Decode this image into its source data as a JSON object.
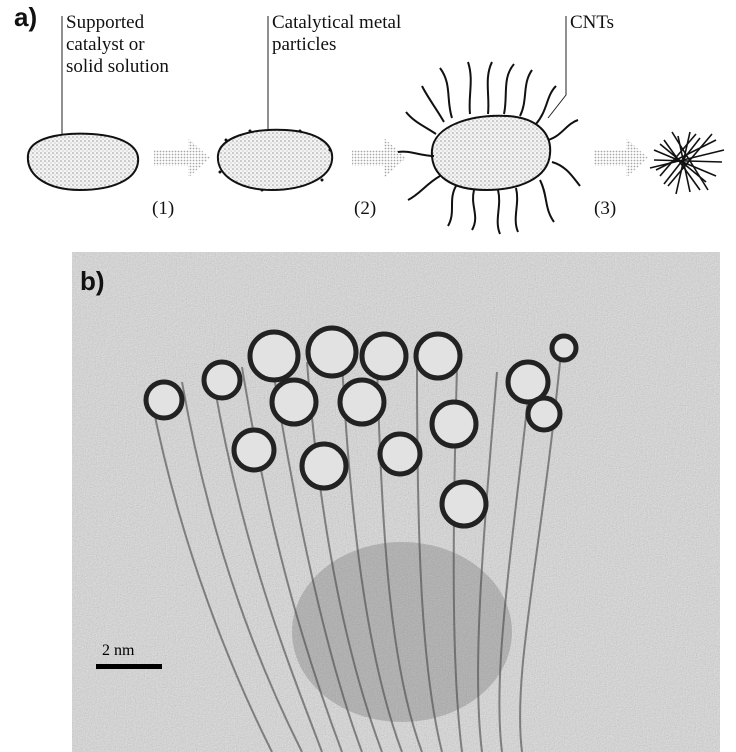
{
  "panel_a": {
    "label": "a)",
    "labels": {
      "supported": "Supported\ncatalyst or\nsolid solution",
      "catalytic": "Catalytical metal\nparticles",
      "cnts": "CNTs"
    },
    "steps": [
      "(1)",
      "(2)",
      "(3)"
    ]
  },
  "panel_b": {
    "label": "b)",
    "scale_bar": "2 nm"
  }
}
